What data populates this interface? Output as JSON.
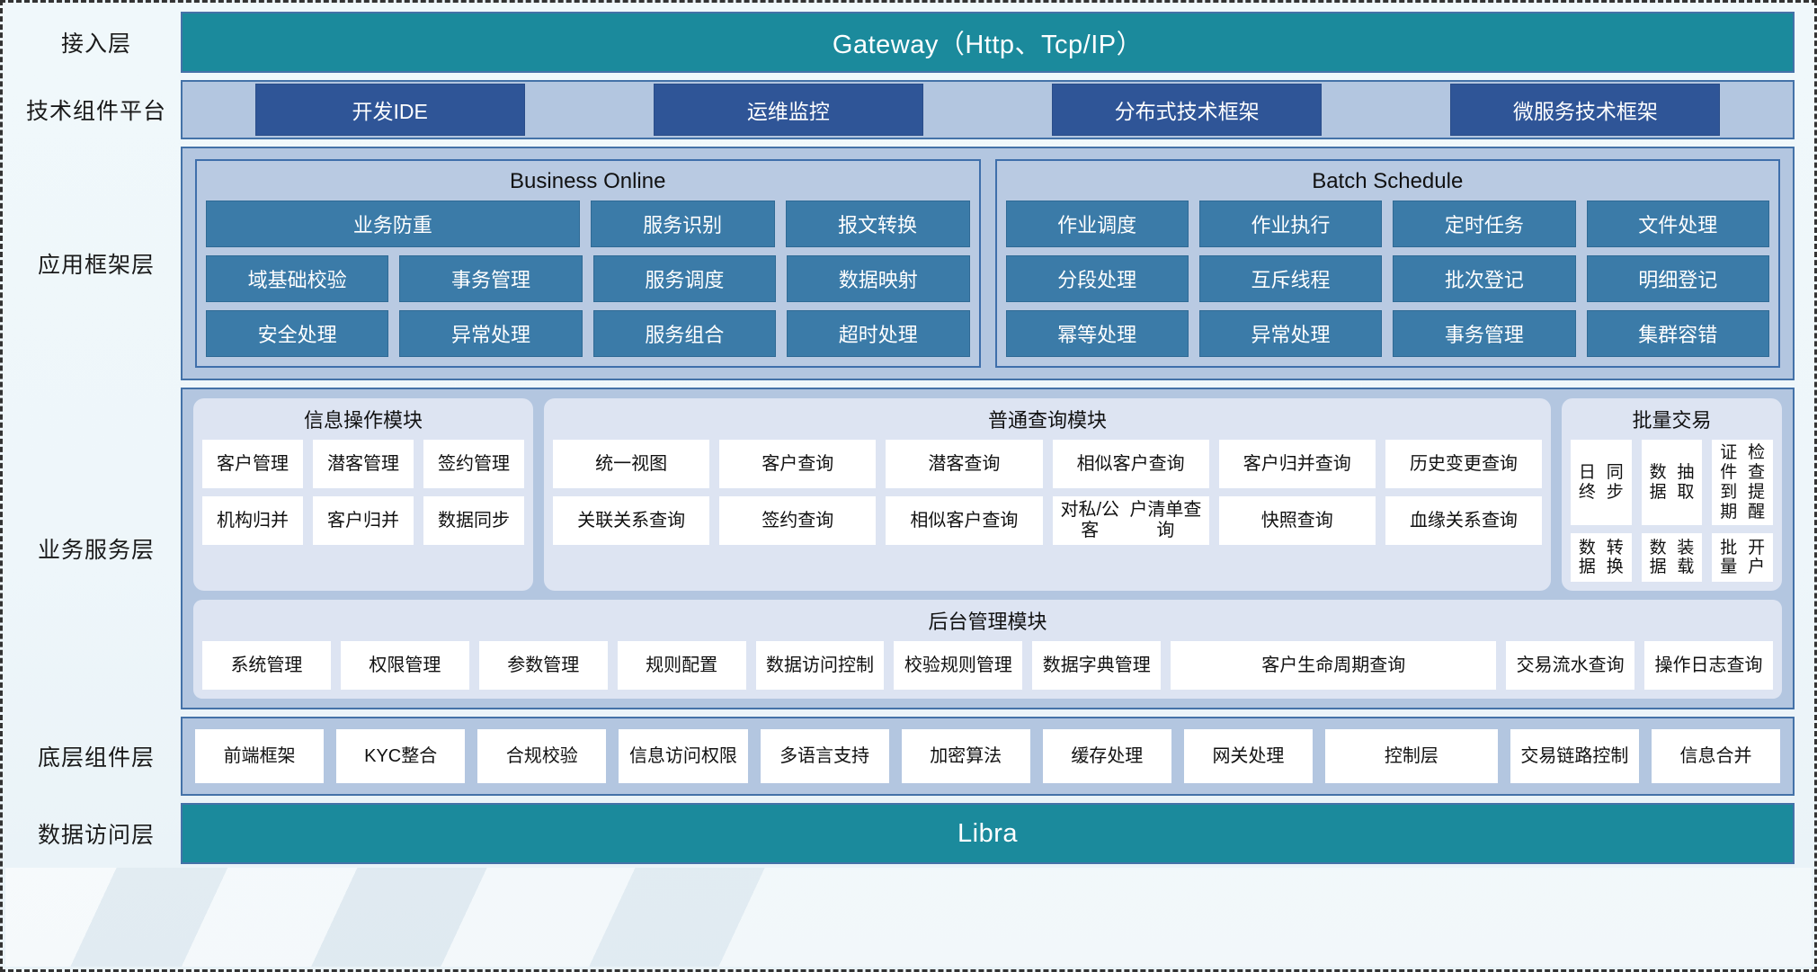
{
  "diagram": {
    "title": "业务系统分层架构图",
    "colors": {
      "teal": "#1b8a9c",
      "dark_blue_box": "#2f5597",
      "mid_blue_box": "#3b7ba8",
      "panel_blue": "#b3c6e0",
      "panel_light": "#dde4f2",
      "border_blue": "#4472a8"
    }
  },
  "layers": {
    "access": {
      "label": "接入层",
      "bar_label": "Gateway（Http、Tcp/IP）"
    },
    "tech_platform": {
      "label": "技术组件平台",
      "items": [
        "开发IDE",
        "运维监控",
        "分布式技术框架",
        "微服务技术框架"
      ]
    },
    "app_framework": {
      "label": "应用框架层",
      "groups": [
        {
          "title": "Business Online",
          "rows": [
            [
              "业务防重",
              "服务识别",
              "报文转换"
            ],
            [
              "域基础校验",
              "事务管理",
              "服务调度",
              "数据映射"
            ],
            [
              "安全处理",
              "异常处理",
              "服务组合",
              "超时处理"
            ]
          ]
        },
        {
          "title": "Batch Schedule",
          "rows": [
            [
              "作业调度",
              "作业执行",
              "定时任务",
              "文件处理"
            ],
            [
              "分段处理",
              "互斥线程",
              "批次登记",
              "明细登记"
            ],
            [
              "幂等处理",
              "异常处理",
              "事务管理",
              "集群容错"
            ]
          ]
        }
      ]
    },
    "business_service": {
      "label": "业务服务层",
      "modules": [
        {
          "name": "info_operation",
          "title": "信息操作模块",
          "rows": [
            [
              "客户管理",
              "潜客管理",
              "签约管理"
            ],
            [
              "机构归并",
              "客户归并",
              "数据同步"
            ]
          ]
        },
        {
          "name": "common_query",
          "title": "普通查询模块",
          "rows": [
            [
              "统一视图",
              "客户查询",
              "潜客查询",
              "相似客户\n查询",
              "客户归并\n查询",
              "历史变更\n查询"
            ],
            [
              "关联关系\n查询",
              "签约查询",
              "相似客户\n查询",
              "对私/公客\n户清单查询",
              "快照查询",
              "血缘关系\n查询"
            ]
          ]
        },
        {
          "name": "batch_transaction",
          "title": "批量交易",
          "rows": [
            [
              "日终\n同步",
              "数据\n抽取",
              "证件到期\n检查提醒"
            ],
            [
              "数据\n转换",
              "数据\n装载",
              "批量\n开户"
            ]
          ]
        }
      ],
      "admin_module": {
        "name": "backend_admin",
        "title": "后台管理模块",
        "items": [
          "系统\n管理",
          "权限\n管理",
          "参数\n管理",
          "规则\n配置",
          "数据访问\n控制",
          "校验规\n则管理",
          "数据字\n典管理",
          "客户生命周期查询",
          "交易流\n水查询",
          "操作日\n志查询"
        ]
      }
    },
    "base_component": {
      "label": "底层组件层",
      "items": [
        "前端\n框架",
        "KYC\n整合",
        "合规\n校验",
        "信息访问\n权限",
        "多语言\n支持",
        "加密\n算法",
        "缓存\n处理",
        "网关\n处理",
        "控制层",
        "交易链\n路控制",
        "信息\n合并"
      ]
    },
    "data_access": {
      "label": "数据访问层",
      "bar_label": "Libra"
    }
  }
}
